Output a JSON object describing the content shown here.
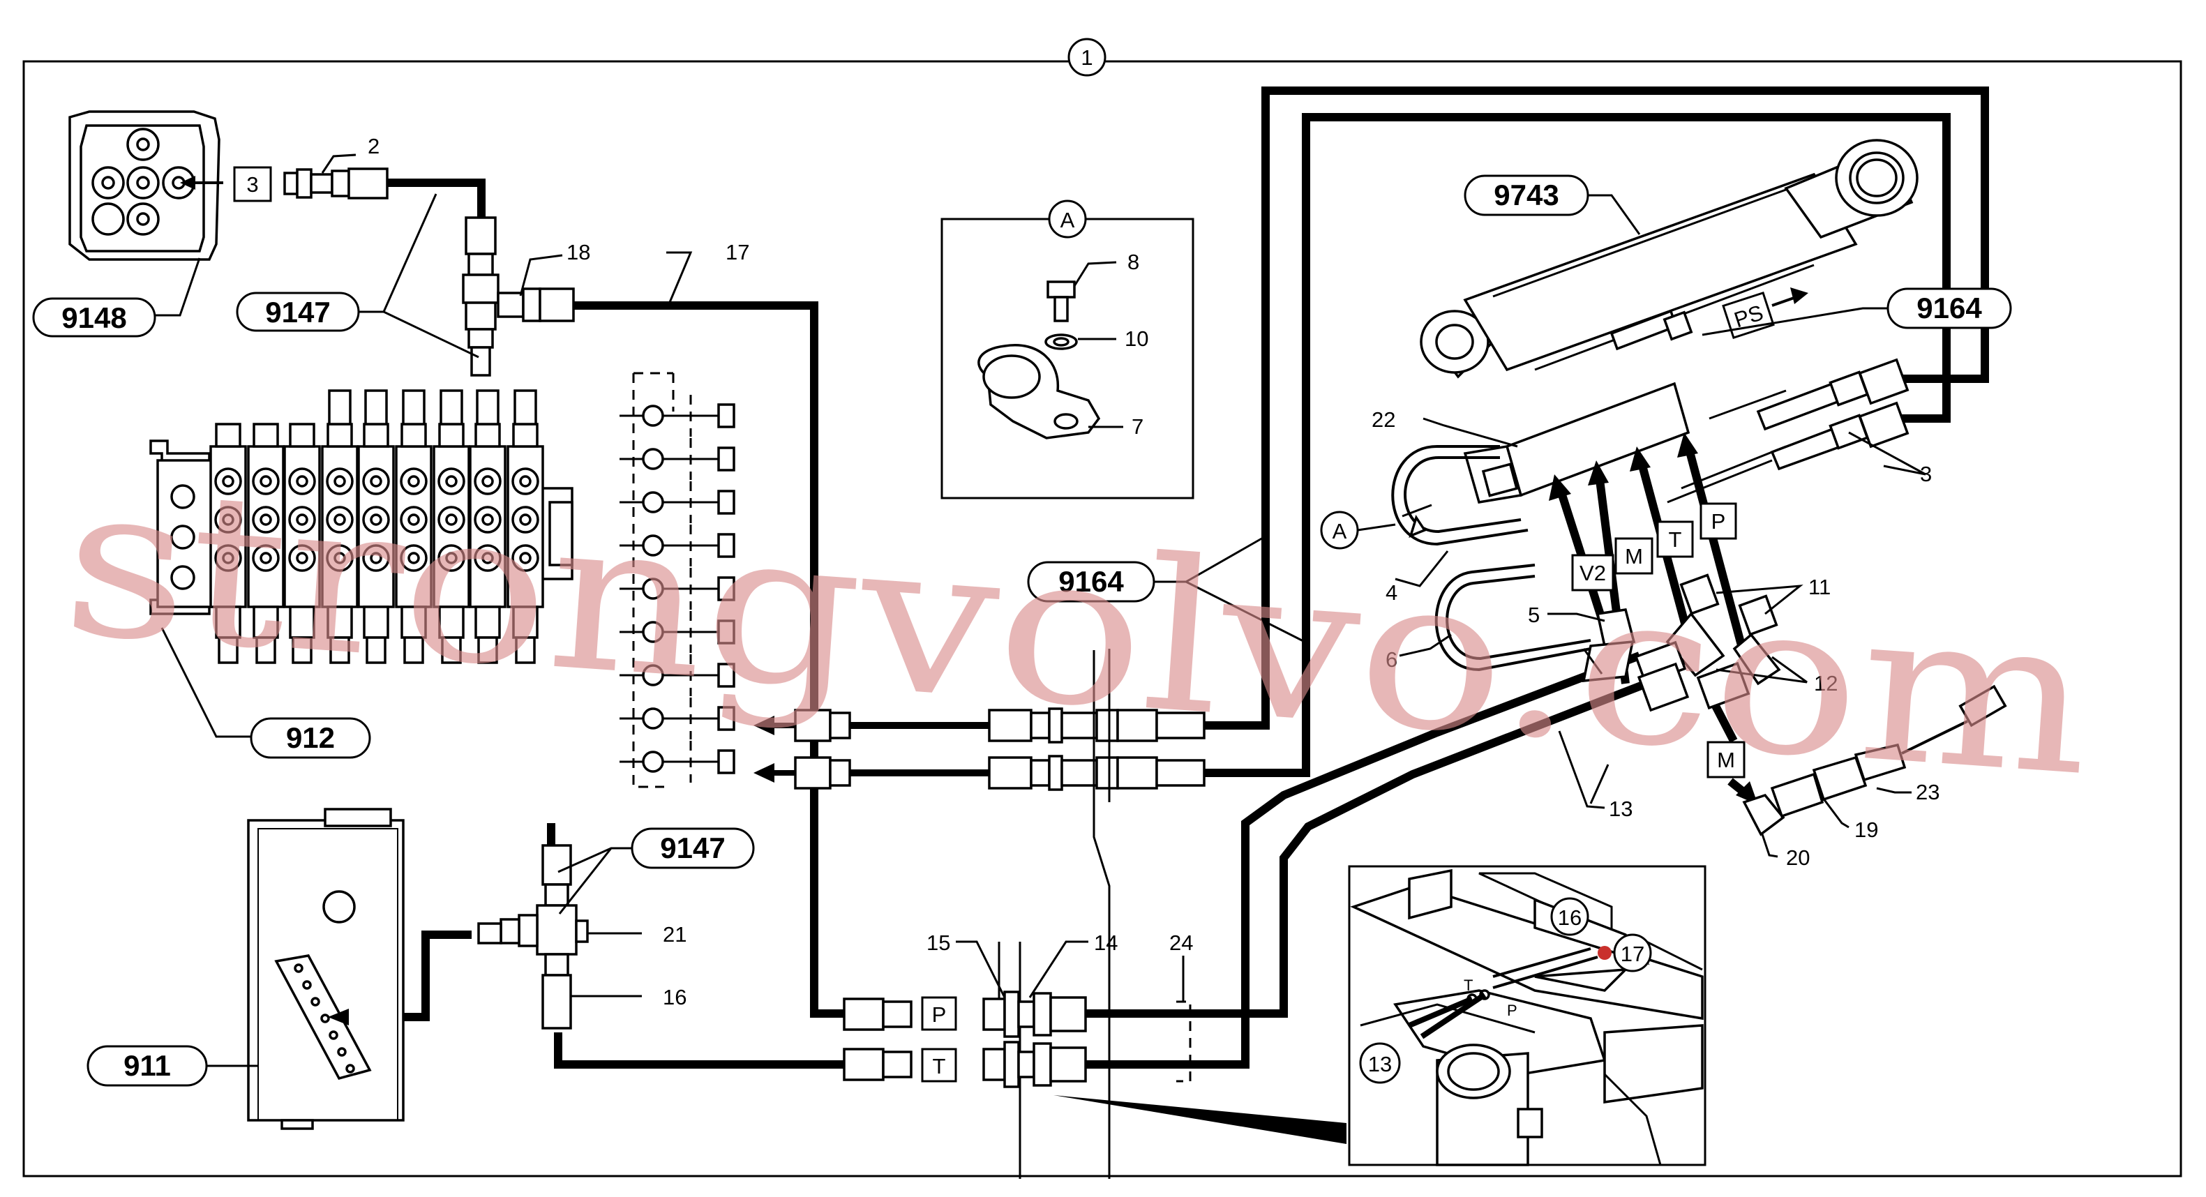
{
  "sheet_number": "1",
  "detail_label": "A",
  "watermark": "strongvolvo.com",
  "callouts": {
    "c9148": "9148",
    "c9147_top": "9147",
    "c912": "912",
    "c911": "911",
    "c9147_bottom": "9147",
    "c9743": "9743",
    "c9164_right": "9164",
    "c9164_middle": "9164"
  },
  "part_numbers": {
    "n1": "1",
    "n2": "2",
    "n3": "3",
    "n4": "4",
    "n5": "5",
    "n6": "6",
    "n7": "7",
    "n8": "8",
    "n10": "10",
    "n11": "11",
    "n12": "12",
    "n13": "13",
    "n14": "14",
    "n15": "15",
    "n16": "16",
    "n17": "17",
    "n18": "18",
    "n19": "19",
    "n20": "20",
    "n21": "21",
    "n22": "22",
    "n23": "23",
    "n24": "24"
  },
  "port_labels": {
    "plug3": "3",
    "ps": "PS",
    "v2": "V2",
    "m": "M",
    "t": "T",
    "p": "P",
    "m2": "M",
    "p_line": "P",
    "t_line": "T"
  },
  "inset": {
    "n16": "16",
    "n17": "17",
    "n13": "13",
    "port_t": "T",
    "port_p": "P"
  }
}
